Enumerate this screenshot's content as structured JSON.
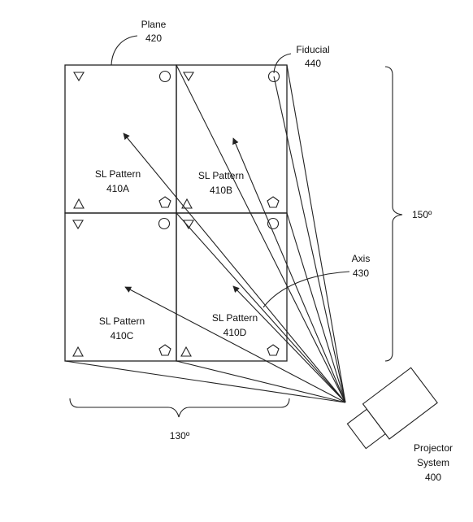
{
  "diagram": {
    "plane": {
      "name": "Plane",
      "ref": "420"
    },
    "fiducial": {
      "name": "Fiducial",
      "ref": "440"
    },
    "axis": {
      "name": "Axis",
      "ref": "430"
    },
    "projector": {
      "line1": "Projector",
      "line2": "System",
      "ref": "400"
    },
    "patterns": [
      {
        "name": "SL Pattern",
        "ref": "410A"
      },
      {
        "name": "SL Pattern",
        "ref": "410B"
      },
      {
        "name": "SL Pattern",
        "ref": "410C"
      },
      {
        "name": "SL Pattern",
        "ref": "410D"
      }
    ],
    "vertical_angle": "150º",
    "horizontal_angle": "130º"
  }
}
